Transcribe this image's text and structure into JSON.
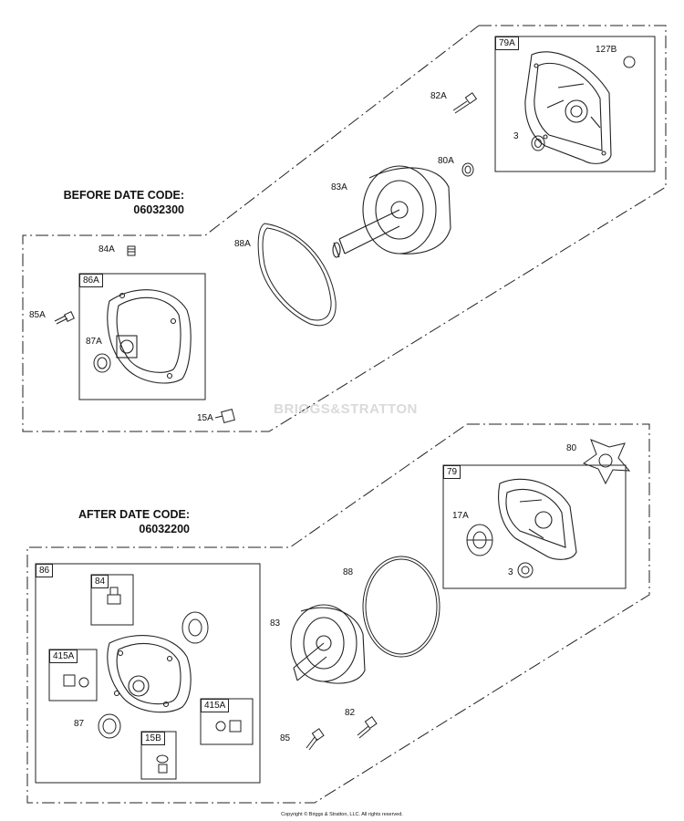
{
  "headings": {
    "before_title": "BEFORE DATE CODE:",
    "before_code": "06032300",
    "after_title": "AFTER DATE CODE:",
    "after_code": "06032200"
  },
  "boxes": {
    "b79A": "79A",
    "b86A": "86A",
    "b79": "79",
    "b86": "86",
    "b84": "84",
    "b415A_left": "415A",
    "b415A_right": "415A",
    "b15B": "15B"
  },
  "labels": {
    "l127B": "127B",
    "l82A": "82A",
    "l3_top": "3",
    "l80A": "80A",
    "l83A": "83A",
    "l88A": "88A",
    "l84A": "84A",
    "l85A": "85A",
    "l87A": "87A",
    "l15A": "15A",
    "l80": "80",
    "l17A": "17A",
    "l3_bottom": "3",
    "l88": "88",
    "l83": "83",
    "l87": "87",
    "l82": "82",
    "l85": "85"
  },
  "watermark": "BRIGGS&STRATTON",
  "copyright": "Copyright © Briggs & Stratton, LLC. All rights reserved."
}
